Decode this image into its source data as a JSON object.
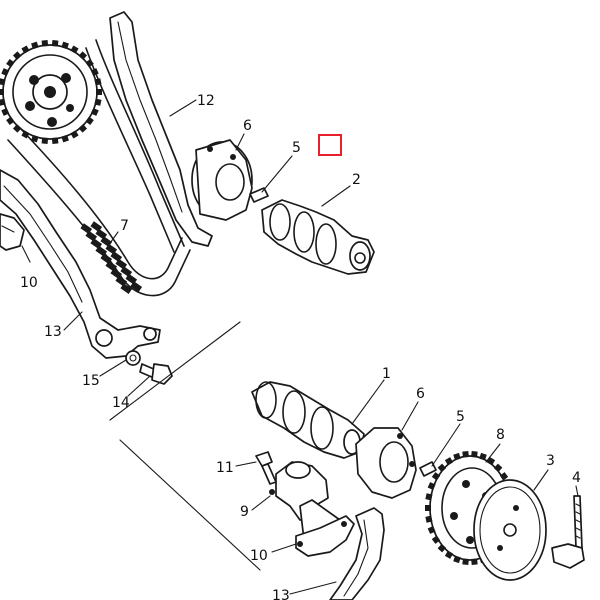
{
  "callouts": [
    {
      "id": "c12a",
      "text": "12"
    },
    {
      "id": "c6a",
      "text": "6"
    },
    {
      "id": "c5a",
      "text": "5"
    },
    {
      "id": "c2",
      "text": "2"
    },
    {
      "id": "c7",
      "text": "7"
    },
    {
      "id": "c10a",
      "text": "10"
    },
    {
      "id": "c13a",
      "text": "13"
    },
    {
      "id": "c15",
      "text": "15"
    },
    {
      "id": "c14",
      "text": "14"
    },
    {
      "id": "c1",
      "text": "1"
    },
    {
      "id": "c6b",
      "text": "6"
    },
    {
      "id": "c5b",
      "text": "5"
    },
    {
      "id": "c8",
      "text": "8"
    },
    {
      "id": "c3",
      "text": "3"
    },
    {
      "id": "c11",
      "text": "11"
    },
    {
      "id": "c4",
      "text": "4"
    },
    {
      "id": "c9",
      "text": "9"
    },
    {
      "id": "c10b",
      "text": "10"
    },
    {
      "id": "c13b",
      "text": "13"
    }
  ],
  "selection_marker": {
    "color": "#e8202a"
  }
}
